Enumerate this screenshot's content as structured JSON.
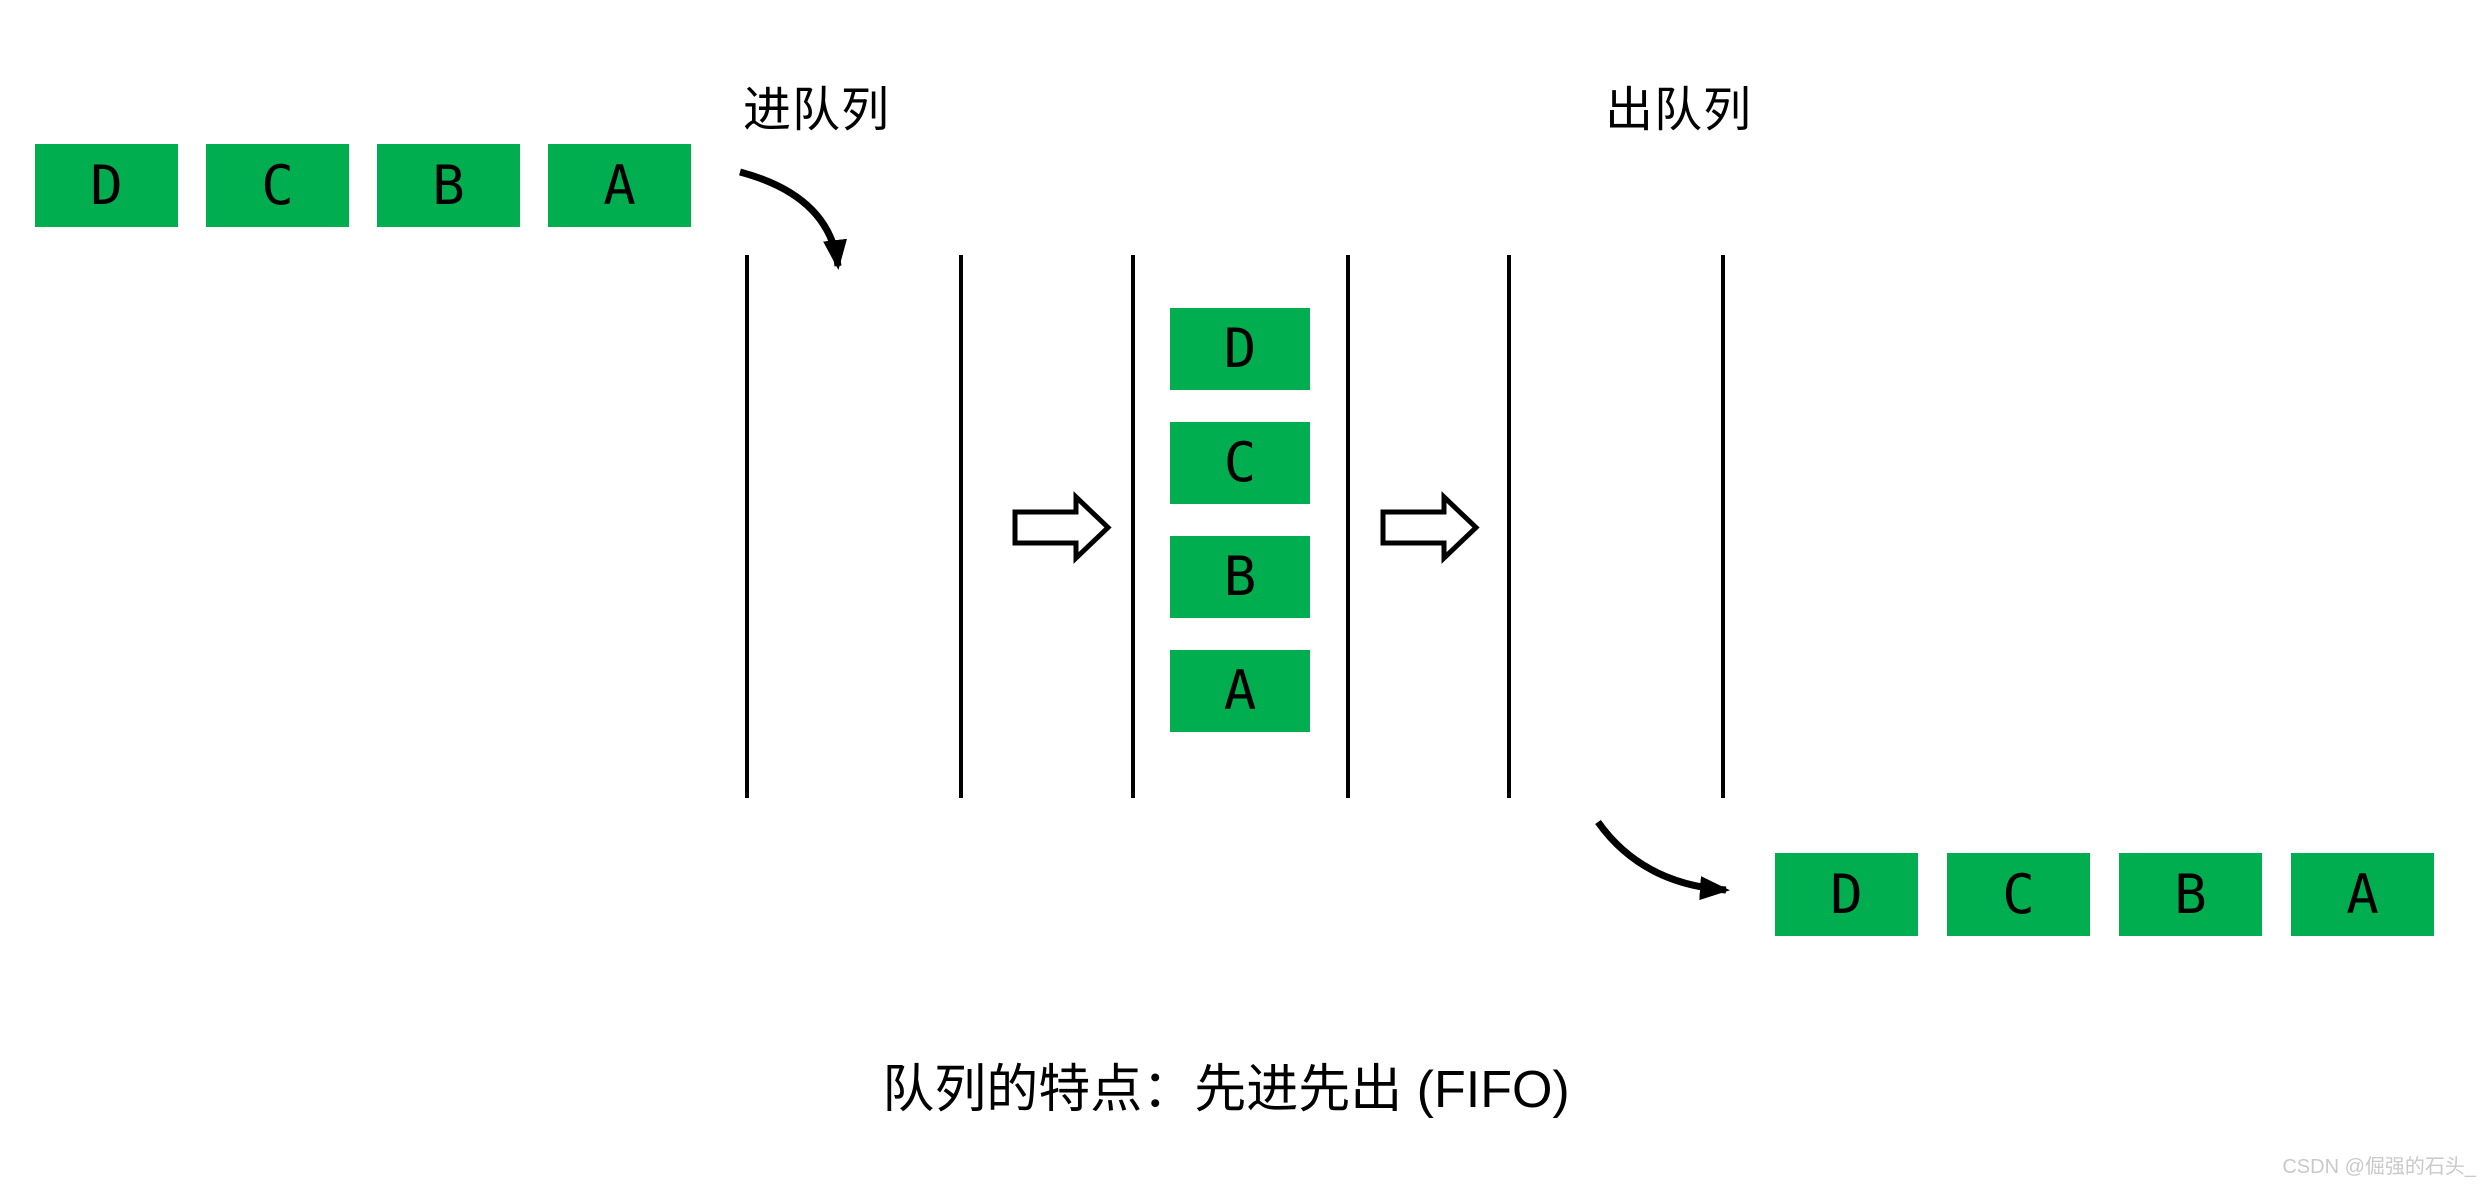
{
  "flow_labels": {
    "enqueue": "进队列",
    "dequeue": "出队列"
  },
  "input_row": {
    "items": [
      "D",
      "C",
      "B",
      "A"
    ]
  },
  "queue_stack": {
    "items": [
      "D",
      "C",
      "B",
      "A"
    ]
  },
  "output_row": {
    "items": [
      "D",
      "C",
      "B",
      "A"
    ]
  },
  "caption": "队列的特点：先进先出 (FIFO)",
  "watermark": "CSDN @倔强的石头_",
  "colors": {
    "box_green": "#00AE50",
    "ink": "#000000",
    "watermark_gray": "#C9C9C9"
  },
  "icons": {
    "enqueue_arrow": "curved-arrow-down-right",
    "flow_in_arrow": "hollow-arrow-right",
    "flow_out_arrow": "hollow-arrow-right",
    "dequeue_arrow": "curved-arrow-right"
  }
}
